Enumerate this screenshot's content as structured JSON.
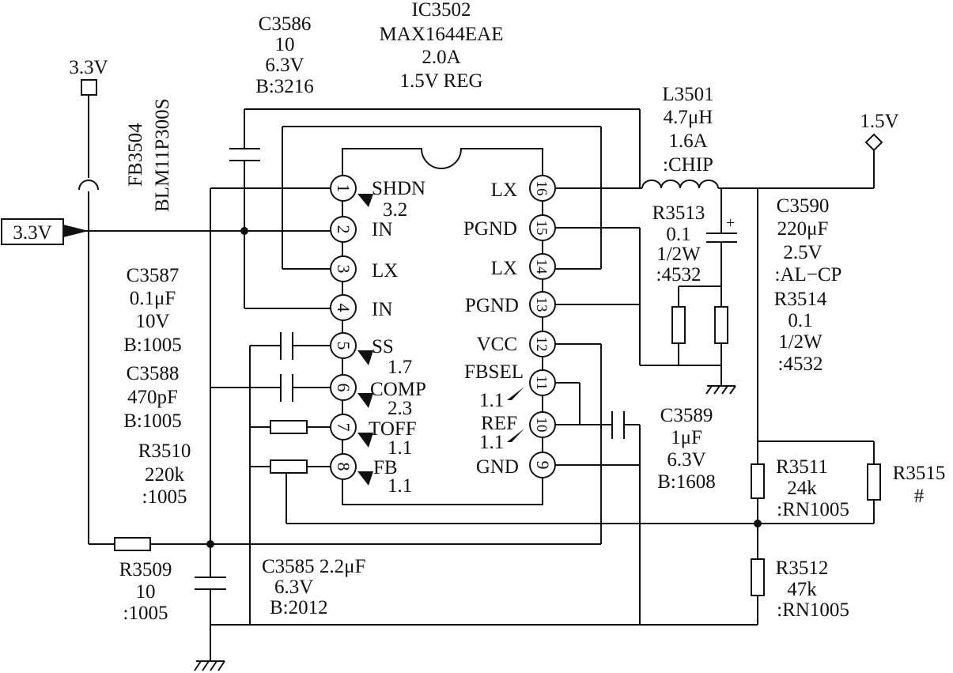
{
  "ic": {
    "ref": "IC3502",
    "part": "MAX1644EAE",
    "current": "2.0A",
    "function": "1.5V REG",
    "pins": [
      {
        "num": "1",
        "name": "SHDN"
      },
      {
        "num": "2",
        "name": "IN"
      },
      {
        "num": "3",
        "name": "LX"
      },
      {
        "num": "4",
        "name": "IN"
      },
      {
        "num": "5",
        "name": "SS"
      },
      {
        "num": "6",
        "name": "COMP"
      },
      {
        "num": "7",
        "name": "TOFF"
      },
      {
        "num": "8",
        "name": "FB"
      },
      {
        "num": "9",
        "name": "GND"
      },
      {
        "num": "10",
        "name": "REF"
      },
      {
        "num": "11",
        "name": "FBSEL"
      },
      {
        "num": "12",
        "name": "VCC"
      },
      {
        "num": "13",
        "name": "PGND"
      },
      {
        "num": "14",
        "name": "LX"
      },
      {
        "num": "15",
        "name": "PGND"
      },
      {
        "num": "16",
        "name": "LX"
      }
    ],
    "voltages": {
      "shdn": "3.2",
      "ss": "1.7",
      "comp": "2.3",
      "toff": "1.1",
      "fb": "1.1",
      "fbsel": "1.1",
      "ref": "1.1"
    }
  },
  "nets": {
    "input_top": "3.3V",
    "input_left": "3.3V",
    "output": "1.5V"
  },
  "components": {
    "fb3504": {
      "ref": "FB3504",
      "part": "BLM11P300S"
    },
    "c3586": {
      "ref": "C3586",
      "value": "10",
      "voltage": "6.3V",
      "package": "B:3216"
    },
    "c3587": {
      "ref": "C3587",
      "value": "0.1μF",
      "voltage": "10V",
      "package": "B:1005"
    },
    "c3588": {
      "ref": "C3588",
      "value": "470pF",
      "package": "B:1005"
    },
    "r3510": {
      "ref": "R3510",
      "value": "220k",
      "package": ":1005"
    },
    "r3509": {
      "ref": "R3509",
      "value": "10",
      "package": ":1005"
    },
    "c3585": {
      "ref": "C3585 2.2μF",
      "voltage": "6.3V",
      "package": "B:2012"
    },
    "l3501": {
      "ref": "L3501",
      "value": "4.7μH",
      "current": "1.6A",
      "package": ":CHIP"
    },
    "r3513": {
      "ref": "R3513",
      "value": "0.1",
      "power": "1/2W",
      "package": ":4532"
    },
    "c3590": {
      "ref": "C3590",
      "value": "220μF",
      "voltage": "2.5V",
      "package": ":AL−CP"
    },
    "r3514": {
      "ref": "R3514",
      "value": "0.1",
      "power": "1/2W",
      "package": ":4532"
    },
    "c3589": {
      "ref": "C3589",
      "value": "1μF",
      "voltage": "6.3V",
      "package": "B:1608"
    },
    "r3511": {
      "ref": "R3511",
      "value": "24k",
      "package": ":RN1005"
    },
    "r3515": {
      "ref": "R3515",
      "value": "#"
    },
    "r3512": {
      "ref": "R3512",
      "value": "47k",
      "package": ":RN1005"
    }
  }
}
